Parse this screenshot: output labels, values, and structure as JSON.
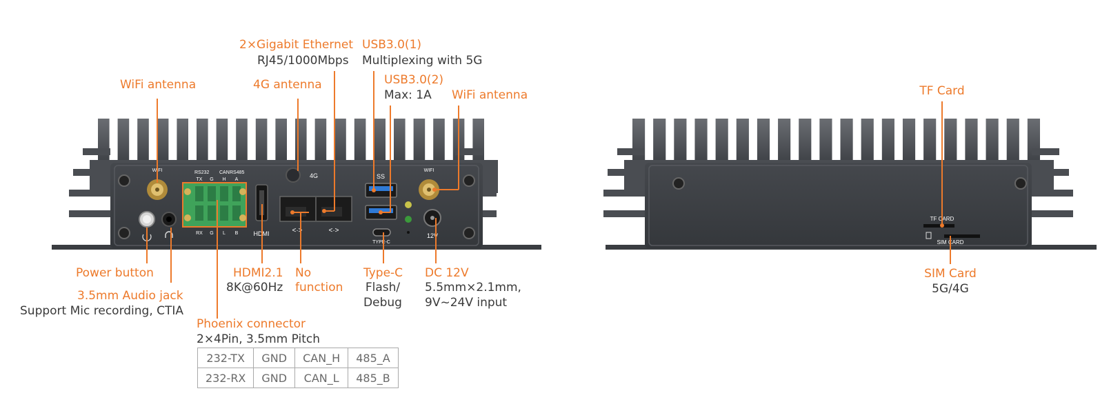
{
  "front_panel": {
    "silkscreen": {
      "wifi_left": "WIFI",
      "wifi_right": "WIFI",
      "rs232": "RS232",
      "can": "CAN",
      "rs485": "RS485",
      "pins_top": [
        "TX",
        "G",
        "H",
        "A"
      ],
      "pins_bottom": [
        "RX",
        "G",
        "L",
        "B"
      ],
      "hdmi": "HDMI",
      "lte": "4G",
      "typec": "TYPE-C",
      "dc": "12V",
      "usb_logo": "SS"
    },
    "callouts": {
      "ethernet": {
        "title": "2×Gigabit Ethernet",
        "desc": "RJ45/1000Mbps"
      },
      "usb3_1": {
        "title": "USB3.0(1)",
        "desc": "Multiplexing with 5G"
      },
      "usb3_2": {
        "title": "USB3.0(2)",
        "desc": "Max: 1A"
      },
      "wifi_left": {
        "title": "WiFi antenna"
      },
      "antenna_4g": {
        "title": "4G antenna"
      },
      "wifi_right": {
        "title": "WiFi antenna"
      },
      "power_button": {
        "title": "Power button"
      },
      "audio_jack": {
        "title": "3.5mm Audio jack",
        "desc": "Support Mic recording, CTIA"
      },
      "hdmi": {
        "title": "HDMI2.1",
        "desc": "8K@60Hz"
      },
      "no_function": {
        "title_line1": "No",
        "title_line2": "function"
      },
      "typec": {
        "title": "Type-C",
        "desc_line1": "Flash/",
        "desc_line2": "Debug"
      },
      "dc": {
        "title": "DC 12V",
        "desc_line1": "5.5mm×2.1mm,",
        "desc_line2": "9V~24V input"
      },
      "phoenix": {
        "title": "Phoenix connector",
        "desc": "2×4Pin, 3.5mm Pitch"
      }
    },
    "pin_table": [
      [
        "232-TX",
        "GND",
        "CAN_H",
        "485_A"
      ],
      [
        "232-RX",
        "GND",
        "CAN_L",
        "485_B"
      ]
    ]
  },
  "rear_panel": {
    "silkscreen": {
      "tf": "TF CARD",
      "sim": "SIM CARD"
    },
    "callouts": {
      "tf_card": {
        "title": "TF Card"
      },
      "sim_card": {
        "title": "SIM Card",
        "desc": "5G/4G"
      }
    }
  },
  "colors": {
    "accent": "#ed7a2b",
    "chassis": "#4a4d52",
    "panel": "#3b3e43",
    "terminal": "#3fa35a"
  }
}
